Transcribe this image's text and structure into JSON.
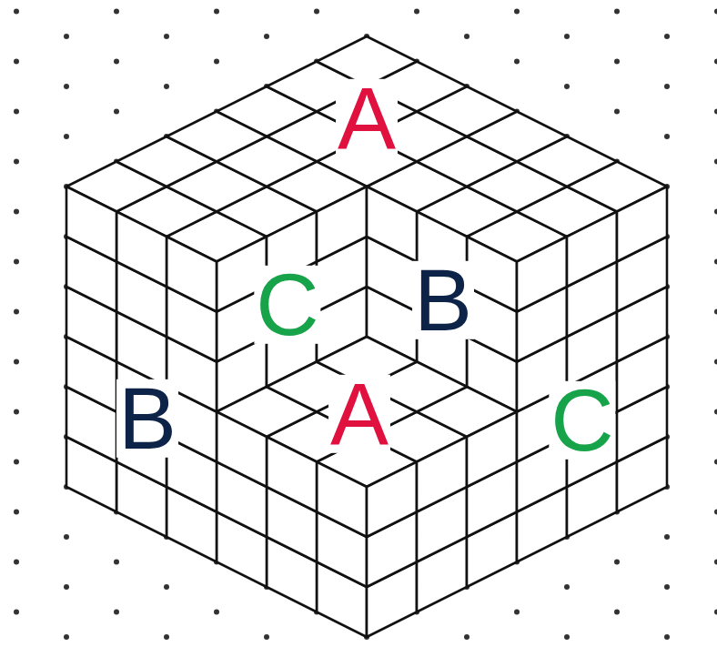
{
  "diagram": {
    "labels": [
      "A",
      "C",
      "B",
      "B",
      "A",
      "C"
    ]
  }
}
